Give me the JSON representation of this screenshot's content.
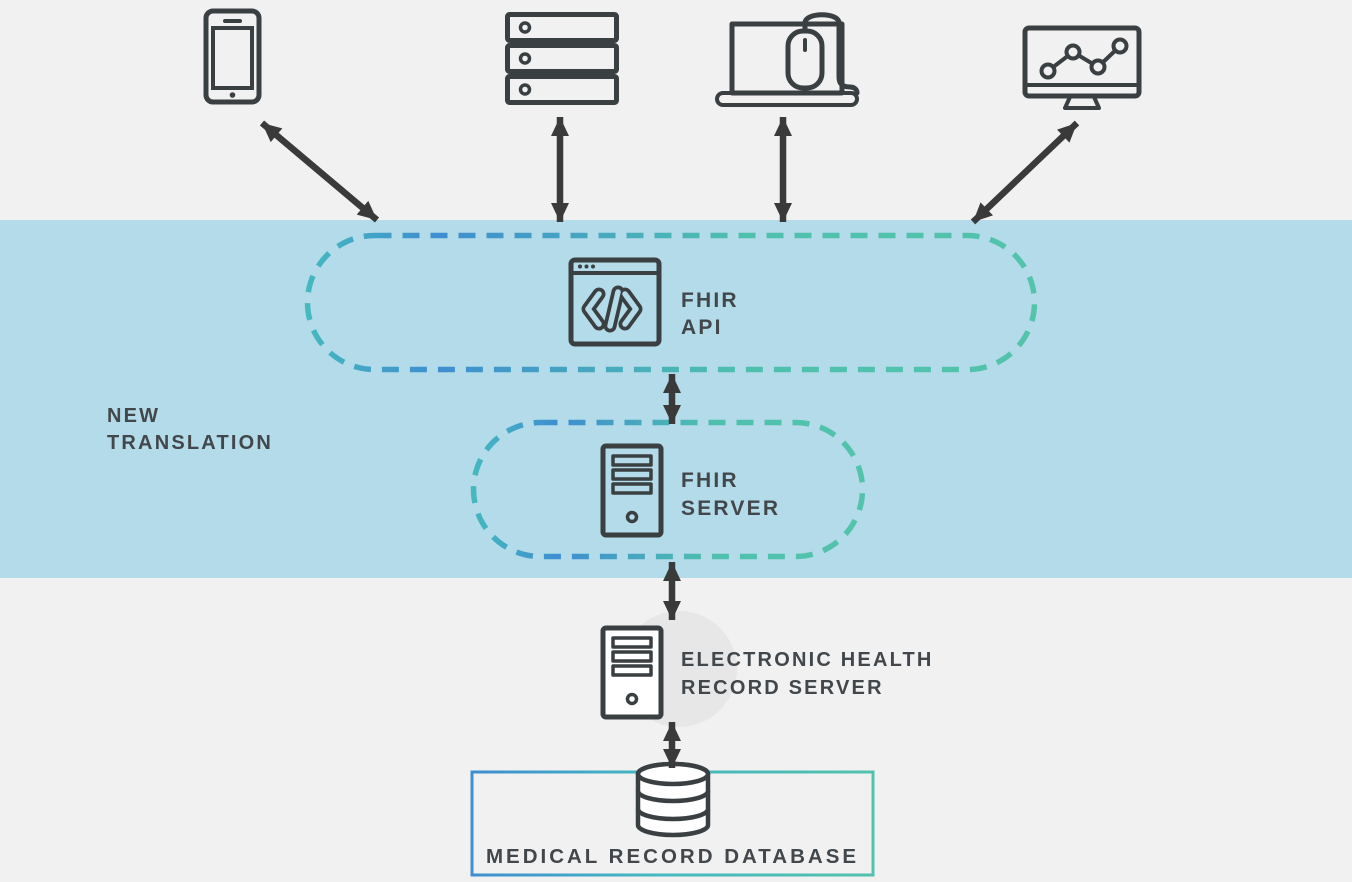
{
  "diagram_type": "architecture-diagram",
  "band": {
    "label_lines": [
      "NEW",
      "TRANSLATION"
    ]
  },
  "devices": [
    {
      "icon": "smartphone-icon"
    },
    {
      "icon": "server-stack-icon"
    },
    {
      "icon": "laptop-mouse-icon"
    },
    {
      "icon": "monitor-chart-icon"
    }
  ],
  "nodes": {
    "fhir_api": {
      "label_lines": [
        "FHIR",
        "API"
      ],
      "icon": "code-window-icon"
    },
    "fhir_server": {
      "label_lines": [
        "FHIR",
        "SERVER"
      ],
      "icon": "server-tower-icon"
    },
    "ehr_server": {
      "label_lines": [
        "ELECTRONIC HEALTH",
        "RECORD SERVER"
      ],
      "icon": "server-tower-icon"
    },
    "database": {
      "label": "MEDICAL RECORD DATABASE",
      "icon": "database-cylinder-icon"
    }
  },
  "connections": [
    {
      "from": "smartphone",
      "to": "translation-band",
      "bidirectional": true
    },
    {
      "from": "server-stack",
      "to": "translation-band",
      "bidirectional": true
    },
    {
      "from": "laptop",
      "to": "translation-band",
      "bidirectional": true
    },
    {
      "from": "monitor",
      "to": "translation-band",
      "bidirectional": true
    },
    {
      "from": "fhir-api",
      "to": "fhir-server",
      "bidirectional": true
    },
    {
      "from": "fhir-server",
      "to": "ehr-server",
      "bidirectional": true
    },
    {
      "from": "ehr-server",
      "to": "database",
      "bidirectional": true
    }
  ],
  "colors": {
    "background": "#f1f1f2",
    "band_blue": "#b4dbe9",
    "icon_ink": "#3a3f42",
    "arrow_ink": "#3a3a3a",
    "text": "#42474b",
    "gradient_blue": "#3e8ed0",
    "gradient_teal": "#52c1ae",
    "circle_gray": "#e7e7e8",
    "icon_fill_white": "#ffffff"
  }
}
